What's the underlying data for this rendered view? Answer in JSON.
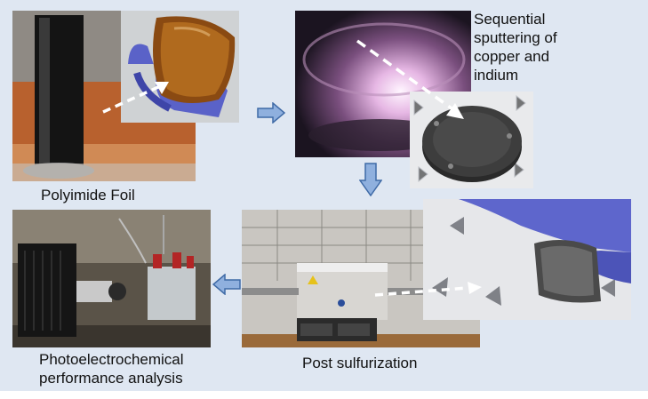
{
  "steps": {
    "foil": {
      "label": "Polyimide Foil"
    },
    "sputter": {
      "label_lines": [
        "Sequential",
        "sputtering of",
        "copper and",
        "indium"
      ]
    },
    "sulfurization": {
      "label": "Post sulfurization"
    },
    "analysis": {
      "label_lines": [
        "Photoelectrochemical",
        "performance analysis"
      ]
    }
  },
  "colors": {
    "panel_bg": "#dfe7f2",
    "flow_arrow_fill": "#8fb0de",
    "flow_arrow_stroke": "#3f6aa6",
    "dashed_pointer": "#ffffff"
  }
}
